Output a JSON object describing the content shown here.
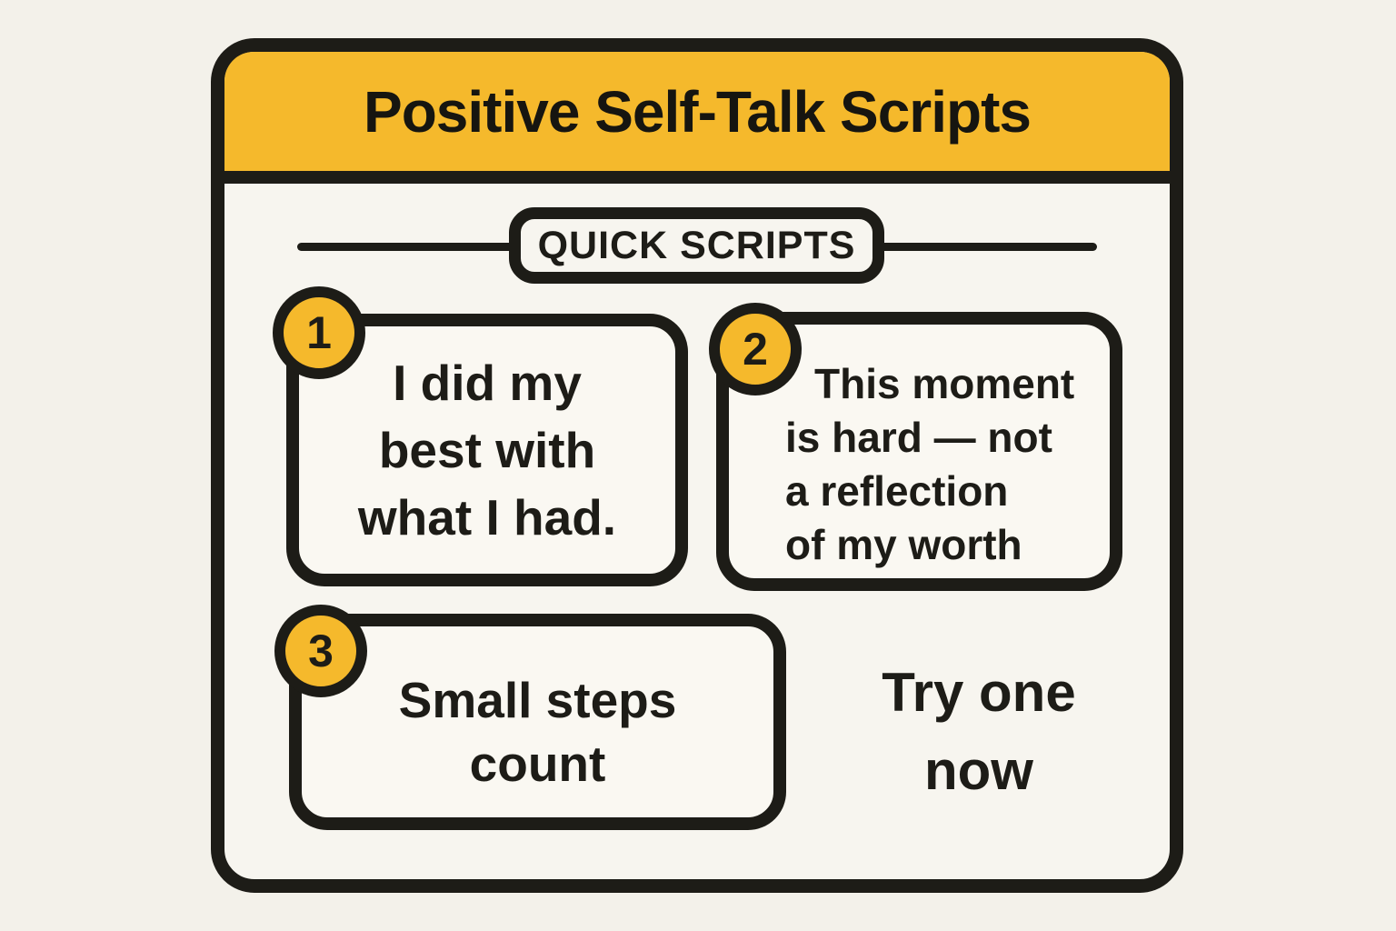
{
  "page": {
    "background": "#f3f1ea"
  },
  "poster": {
    "title": "Positive Self-Talk Scripts",
    "section_label": "QUICK SCRIPTS",
    "colors": {
      "accent_yellow": "#f5b92c",
      "ink_black": "#1d1c17",
      "paper": "#f7f5ef"
    },
    "cards": [
      {
        "number": "1",
        "text": "I did my best with what I had.",
        "lines": [
          "I did my",
          "best with",
          "what I had."
        ]
      },
      {
        "number": "2",
        "text": "This moment is hard — not a reflection of my worth",
        "lines": [
          "This moment",
          "is hard — not",
          "a reflection",
          "of my worth"
        ]
      },
      {
        "number": "3",
        "text": "Small steps count",
        "lines": [
          "Small steps",
          "count"
        ]
      }
    ],
    "cta": {
      "text": "Try one now",
      "lines": [
        "Try one",
        "now"
      ]
    }
  }
}
